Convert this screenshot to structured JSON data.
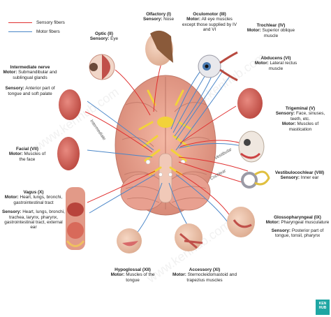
{
  "legend": {
    "sensory": {
      "label": "Sensory fibers",
      "color": "#e03030"
    },
    "motor": {
      "label": "Motor fibers",
      "color": "#4a86c8"
    }
  },
  "nerves": {
    "olfactory": {
      "title": "Olfactory (I)",
      "sensory_key": "Sensory:",
      "sensory": "Nose"
    },
    "optic": {
      "title": "Optic (II)",
      "sensory_key": "Sensory:",
      "sensory": "Eye"
    },
    "oculomotor": {
      "title": "Oculomotor (III)",
      "motor_key": "Motor:",
      "motor": "All eye muscles except those supplied by IV and VI"
    },
    "trochlear": {
      "title": "Trochlear (IV)",
      "motor_key": "Motor:",
      "motor": "Superior oblique muscle"
    },
    "abducens": {
      "title": "Abducens (VI)",
      "motor_key": "Motor:",
      "motor": "Lateral rectus muscle"
    },
    "trigeminal": {
      "title": "Trigeminal (V)",
      "sensory_key": "Sensory:",
      "sensory": "Face, sinuses, teeth, etc.",
      "motor_key": "Motor:",
      "motor": "Muscles of mastication"
    },
    "intermediate": {
      "title": "Intermediate nerve",
      "motor_key": "Motor:",
      "motor": "Submandibular and sublingual glands",
      "sensory_key": "Sensory:",
      "sensory": "Anterior part of tongue and soft palate"
    },
    "facial": {
      "title": "Facial (VII)",
      "motor_key": "Motor:",
      "motor": "Muscles of the face"
    },
    "vestibulocochlear": {
      "title": "Vestibulocochlear (VIII)",
      "sensory_key": "Sensory:",
      "sensory": "Inner ear"
    },
    "vagus": {
      "title": "Vagus (X)",
      "motor_key": "Motor:",
      "motor": "Heart, lungs, bronchi, gastrointestinal tract",
      "sensory_key": "Sensory:",
      "sensory": "Heart, lungs, bronchi, trachea, larynx, pharynx, gastrointestinal tract, external ear"
    },
    "glossopharyngeal": {
      "title": "Glossopharyngeal (IX)",
      "motor_key": "Motor:",
      "motor": "Pharyngeal musculature",
      "sensory_key": "Sensory:",
      "sensory": "Posterior part of tongue, tonsil, pharynx"
    },
    "hypoglossal": {
      "title": "Hypoglossal (XII)",
      "motor_key": "Motor:",
      "motor": "Muscles of the tongue"
    },
    "accessory": {
      "title": "Accessory (XI)",
      "motor_key": "Motor:",
      "motor": "Sternocleidomastoid and trapezius muscles"
    }
  },
  "diagram_labels": {
    "intermediate": "Intermediate",
    "vestibular": "Vestibular",
    "cochlear": "Cochlear"
  },
  "brand": {
    "badge": "KEN HUB",
    "watermark": "www.kenhub.com"
  }
}
